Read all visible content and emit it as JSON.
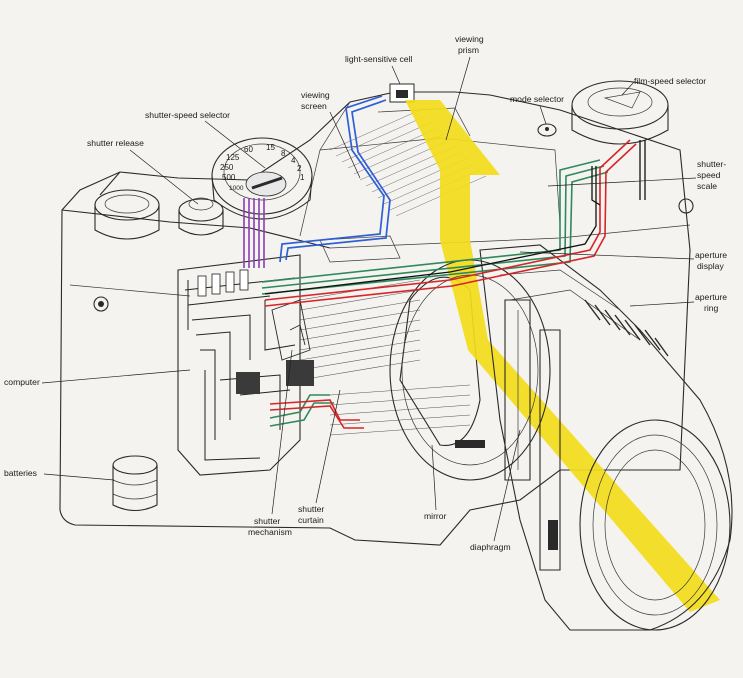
{
  "labels": {
    "light_sensitive_cell": "light-sensitive cell",
    "viewing_prism_1": "viewing",
    "viewing_prism_2": "prism",
    "viewing_screen_1": "viewing",
    "viewing_screen_2": "screen",
    "mode_selector": "mode selector",
    "film_speed_selector": "film-speed selector",
    "shutter_speed_selector": "shutter-speed selector",
    "shutter_release": "shutter release",
    "shutter_speed_scale_1": "shutter-",
    "shutter_speed_scale_2": "speed",
    "shutter_speed_scale_3": "scale",
    "aperture_display_1": "aperture",
    "aperture_display_2": "display",
    "aperture_ring_1": "aperture",
    "aperture_ring_2": "ring",
    "computer": "computer",
    "batteries": "batteries",
    "shutter_mechanism_1": "shutter",
    "shutter_mechanism_2": "mechanism",
    "shutter_curtain_1": "shutter",
    "shutter_curtain_2": "curtain",
    "mirror": "mirror",
    "diaphragm": "diaphragm"
  },
  "dial": {
    "numbers": [
      "15",
      "8",
      "4",
      "2",
      "1",
      "60",
      "125",
      "250",
      "500",
      "1000"
    ]
  },
  "colors": {
    "light_path": "#f2dd1a",
    "wire_blue": "#2f5fd6",
    "wire_green": "#2e8a5c",
    "wire_red": "#d6262a",
    "wire_purple": "#8a3fb0"
  }
}
